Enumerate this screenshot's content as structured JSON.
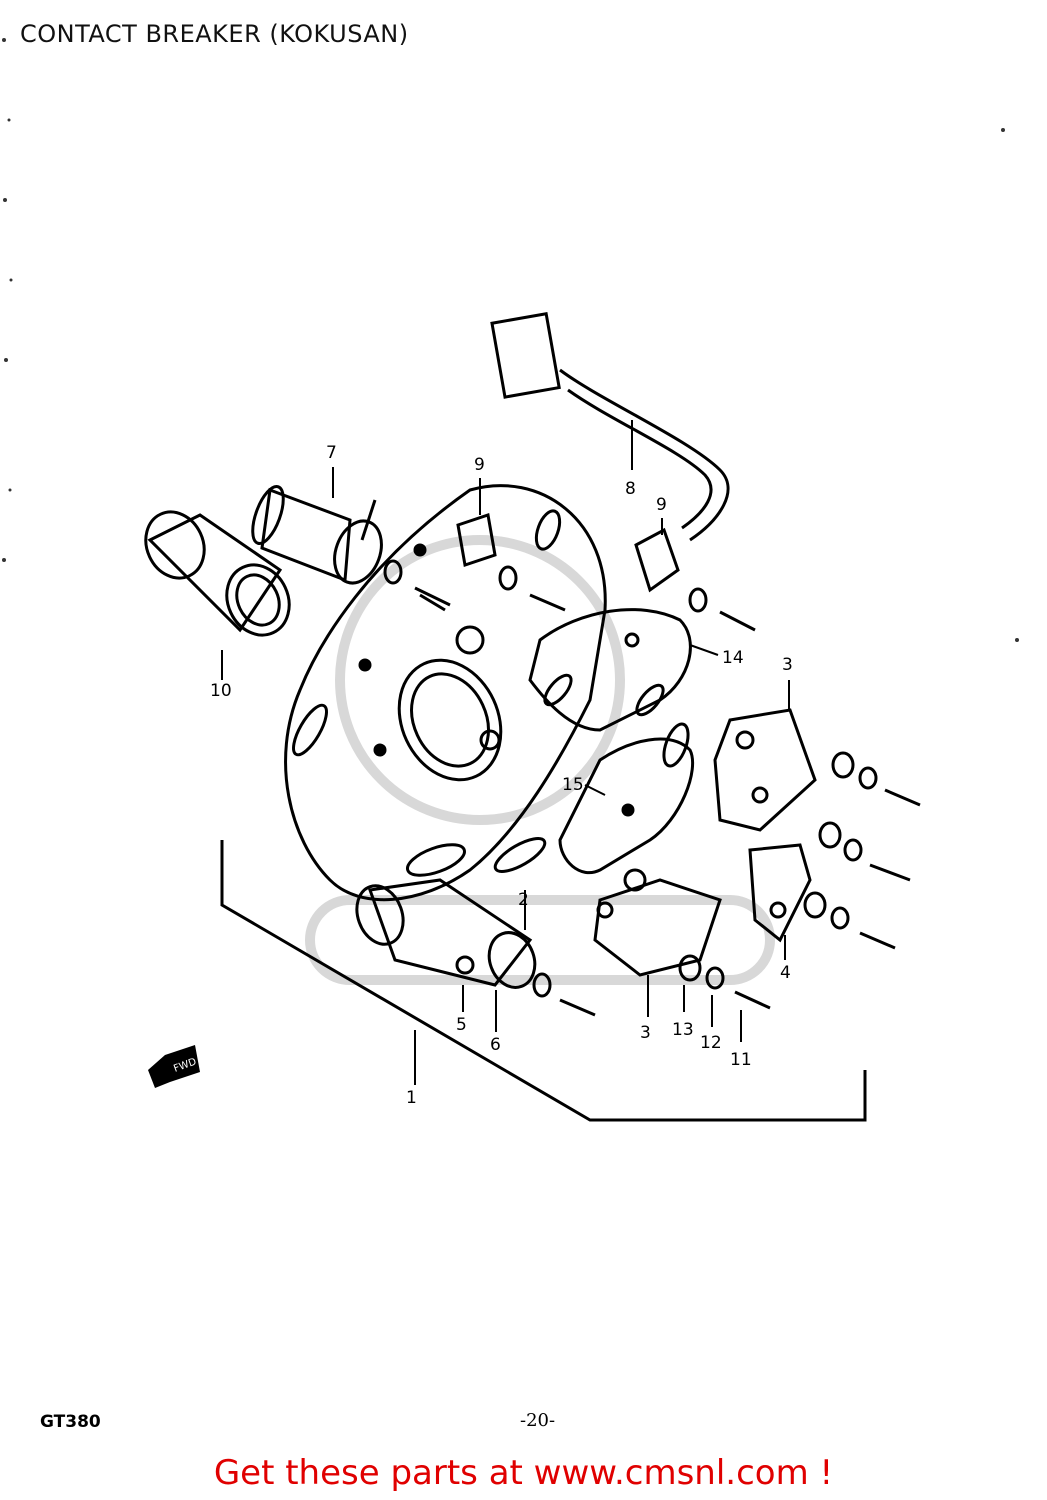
{
  "header": {
    "title": "CONTACT BREAKER (KOKUSAN)"
  },
  "diagram": {
    "callouts": {
      "c1": "1",
      "c2": "2",
      "c3a": "3",
      "c3b": "3",
      "c4": "4",
      "c5": "5",
      "c6": "6",
      "c7": "7",
      "c8": "8",
      "c9a": "9",
      "c9b": "9",
      "c10": "10",
      "c11": "11",
      "c12": "12",
      "c13": "13",
      "c14": "14",
      "c15": "15"
    },
    "fwd_label": "FWD"
  },
  "footer": {
    "model_code": "GT380",
    "page_number": "-20-",
    "cta": "Get these parts at www.cmsnl.com !",
    "cta_color": "#e00000"
  }
}
